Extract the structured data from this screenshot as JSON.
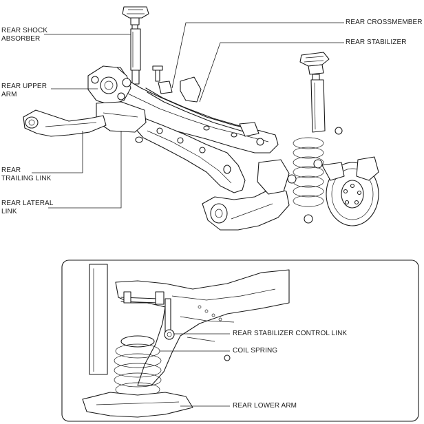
{
  "labels": {
    "rear_shock_absorber": [
      "REAR SHOCK",
      "ABSORBER"
    ],
    "rear_upper_arm": [
      "REAR UPPER",
      "ARM"
    ],
    "rear_trailing_link": [
      "REAR",
      "TRAILING LINK"
    ],
    "rear_lateral_link": [
      "REAR LATERAL",
      "LINK"
    ],
    "rear_crossmember": "REAR CROSSMEMBER",
    "rear_stabilizer": "REAR STABILIZER",
    "rear_stabilizer_control_link": "REAR STABILIZER CONTROL LINK",
    "coil_spring": "COIL SPRING",
    "rear_lower_arm": "REAR LOWER ARM"
  }
}
